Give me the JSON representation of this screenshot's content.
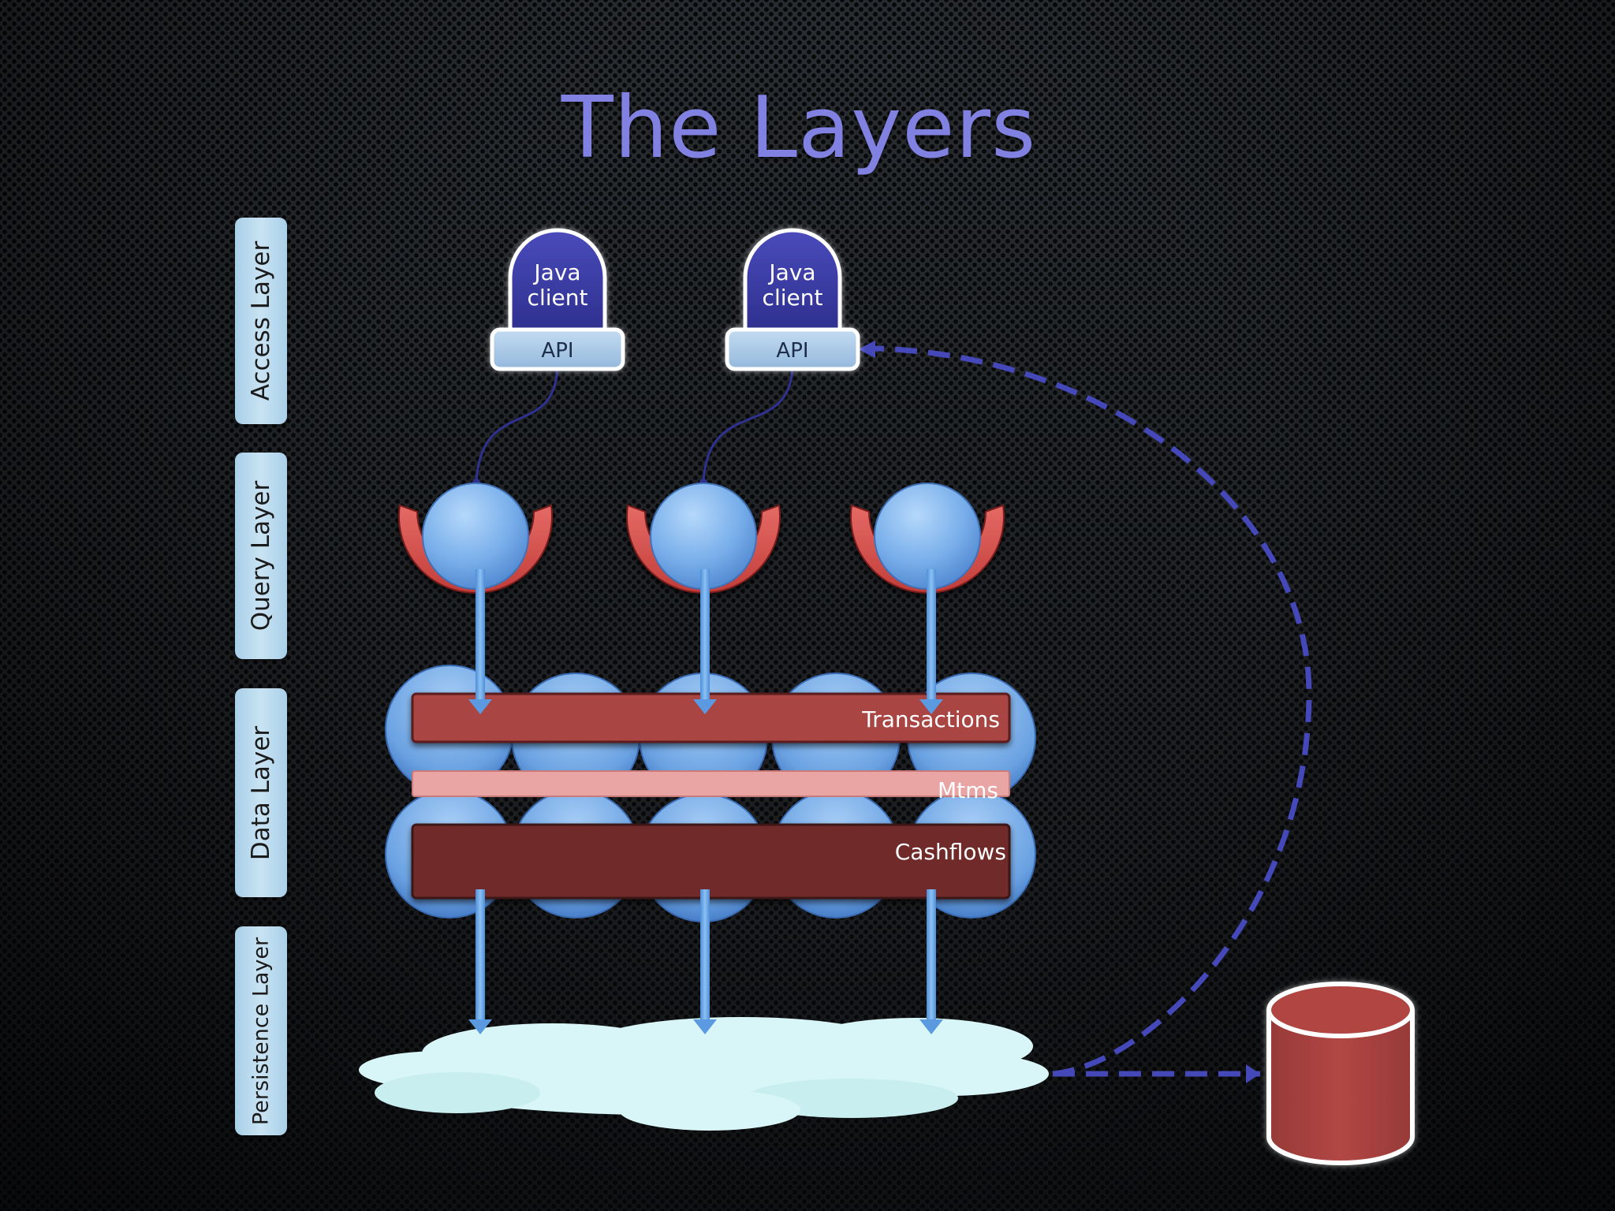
{
  "title": "The Layers",
  "layers": [
    {
      "id": "access",
      "label": "Access Layer"
    },
    {
      "id": "query",
      "label": "Query Layer"
    },
    {
      "id": "data",
      "label": "Data Layer"
    },
    {
      "id": "persistence",
      "label": "Persistence Layer"
    }
  ],
  "clients": [
    {
      "name": "Java client",
      "line1": "Java",
      "line2": "client",
      "api": "API"
    },
    {
      "name": "Java client",
      "line1": "Java",
      "line2": "client",
      "api": "API"
    }
  ],
  "data_bands": {
    "transactions": "Transactions",
    "mtms": "Mtms",
    "cashflows": "Cashflows"
  },
  "colors": {
    "title": "#8081e0",
    "client_dome": "#3d3ea8",
    "api_box": "#a9c7e6",
    "query_node": "#6ea6e6",
    "query_ring": "#d9534f",
    "transactions": "#a94442",
    "mtms": "#e8a5a4",
    "cashflows": "#6f2b2b",
    "cloud": "#d8f6f7",
    "database": "#a94442",
    "dashed_link": "#4548b8"
  },
  "icons": [
    "query-node-icon",
    "data-node-icon",
    "cloud-icon",
    "database-icon"
  ]
}
